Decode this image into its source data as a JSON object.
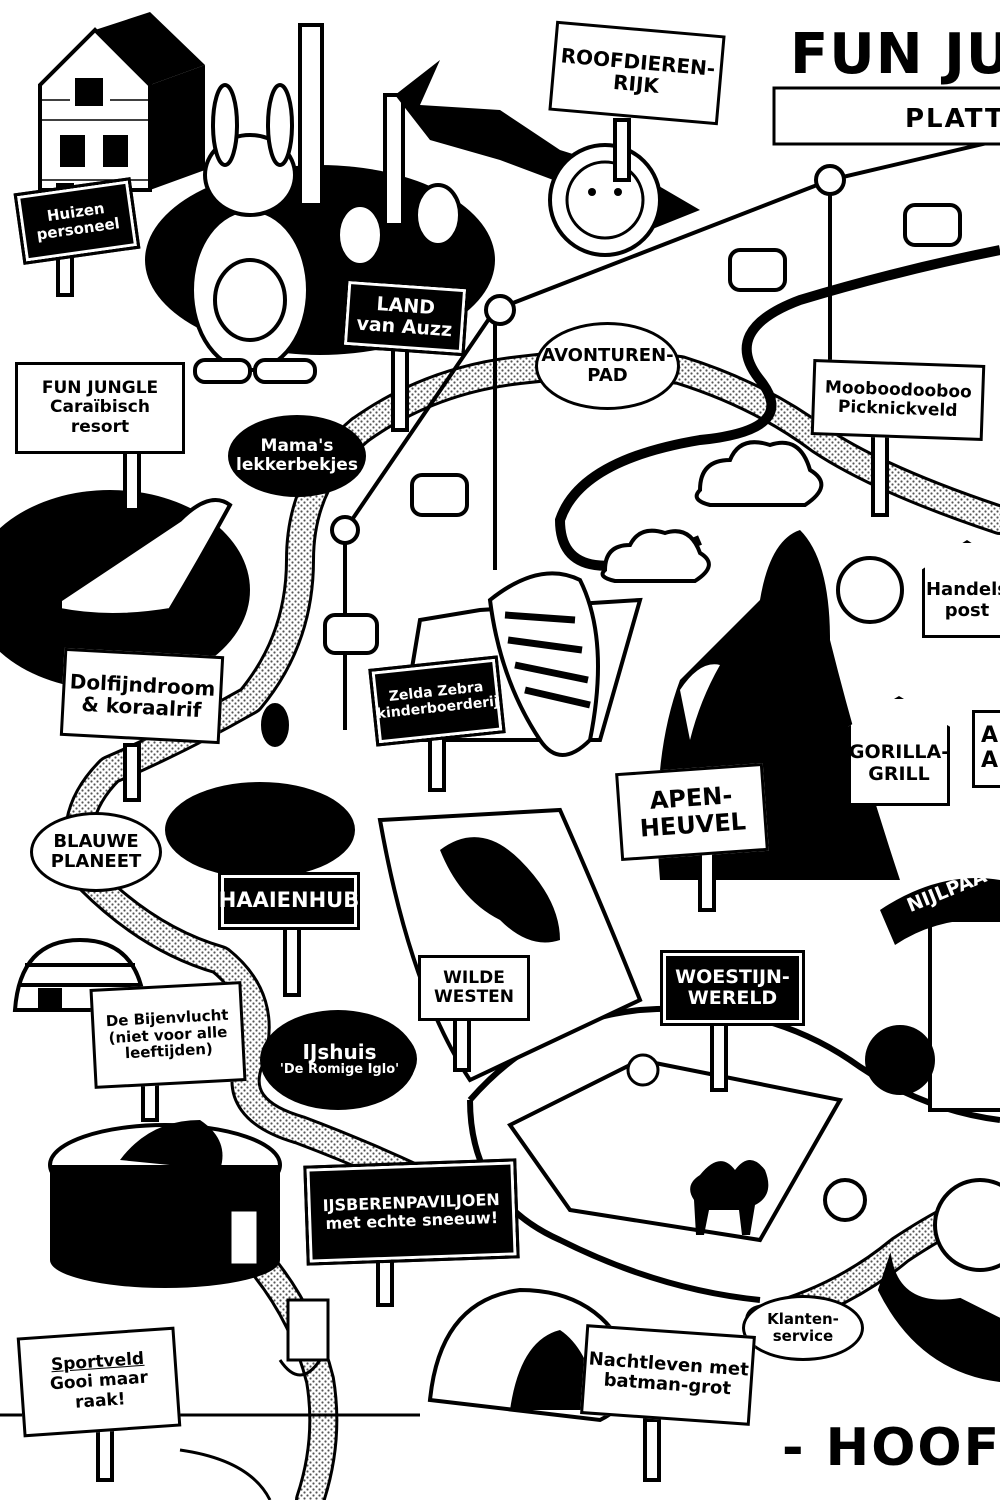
{
  "title": {
    "main": "FUN JU",
    "subtitle": "PLATTE",
    "footer": "- HOOFD"
  },
  "signs": {
    "huizen": [
      "Huizen",
      "personeel"
    ],
    "roofdieren": [
      "ROOFDIEREN-",
      "RIJK"
    ],
    "auzz": [
      "LAND",
      "van Auzz"
    ],
    "resort": [
      "FUN JUNGLE",
      "Caraïbisch",
      "resort"
    ],
    "mama": [
      "Mama's",
      "lekkerbekjes"
    ],
    "avonturen": [
      "AVONTUREN-",
      "PAD"
    ],
    "picknick": [
      "Mooboodooboo",
      "Picknickveld"
    ],
    "handel": [
      "Handels",
      "post"
    ],
    "dolfijn": [
      "Dolfijndroom",
      "& koraalrif"
    ],
    "zebra": [
      "Zelda Zebra",
      "kinderboerderij"
    ],
    "apenheuvel": [
      "APEN-",
      "HEUVEL"
    ],
    "gorilla": [
      "GORILLA-",
      "GRILL"
    ],
    "edge_a": [
      "A",
      "A"
    ],
    "nijlpaard": "NIJLPAA",
    "blauwe": [
      "BLAUWE",
      "PLANEET"
    ],
    "haaien": "HAAIENHUB",
    "westen": [
      "WILDE",
      "WESTEN"
    ],
    "woestijn": [
      "WOESTIJN-",
      "WERELD"
    ],
    "bijen": [
      "De Bijenvlucht",
      "(niet voor alle",
      "leeftijden)"
    ],
    "ijshuis": [
      "IJshuis",
      "'De Romige Iglo'"
    ],
    "ijsberen": [
      "IJSBERENPAVILJOEN",
      "met echte sneeuw!"
    ],
    "klanten": [
      "Klanten-",
      "service"
    ],
    "sportveld": [
      "Sportveld",
      "Gooi maar",
      "raak!"
    ],
    "nachtleven": [
      "Nachtleven met",
      "batman-grot"
    ]
  },
  "colors": {
    "ink": "#000000",
    "paper": "#ffffff",
    "path": "#bdbdbd"
  }
}
